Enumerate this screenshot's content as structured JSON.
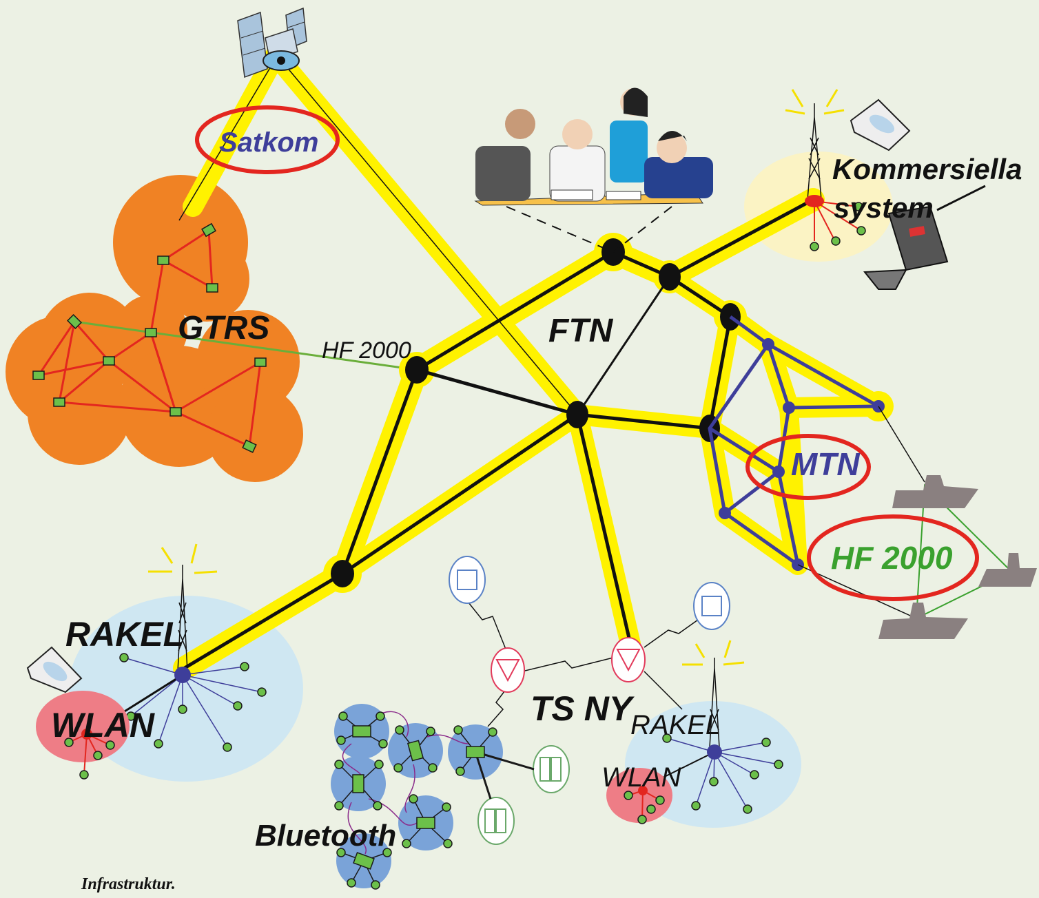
{
  "labels": {
    "satkom": "Satkom",
    "gtrs": "GTRS",
    "hf2000_link": "HF 2000",
    "ftn": "FTN",
    "kommersiella_1": "Kommersiella",
    "kommersiella_2": "system",
    "mtn": "MTN",
    "hf2000_right": "HF 2000",
    "rakel_left": "RAKEL",
    "wlan_left": "WLAN",
    "ts_ny": "TS NY",
    "rakel_right": "RAKEL",
    "wlan_right": "WLAN",
    "bluetooth": "Bluetooth",
    "caption": "Infrastruktur."
  },
  "colors": {
    "background": "#ecf1e4",
    "backbone_glow": "#fff200",
    "gtrs_cloud": "#f08224",
    "wlan": "#ee7d86",
    "rakel_area": "#cfe7f2",
    "highlight_ring": "#e3261f",
    "mtn_blue": "#3e3e9a",
    "hf_green": "#3aa12e"
  }
}
